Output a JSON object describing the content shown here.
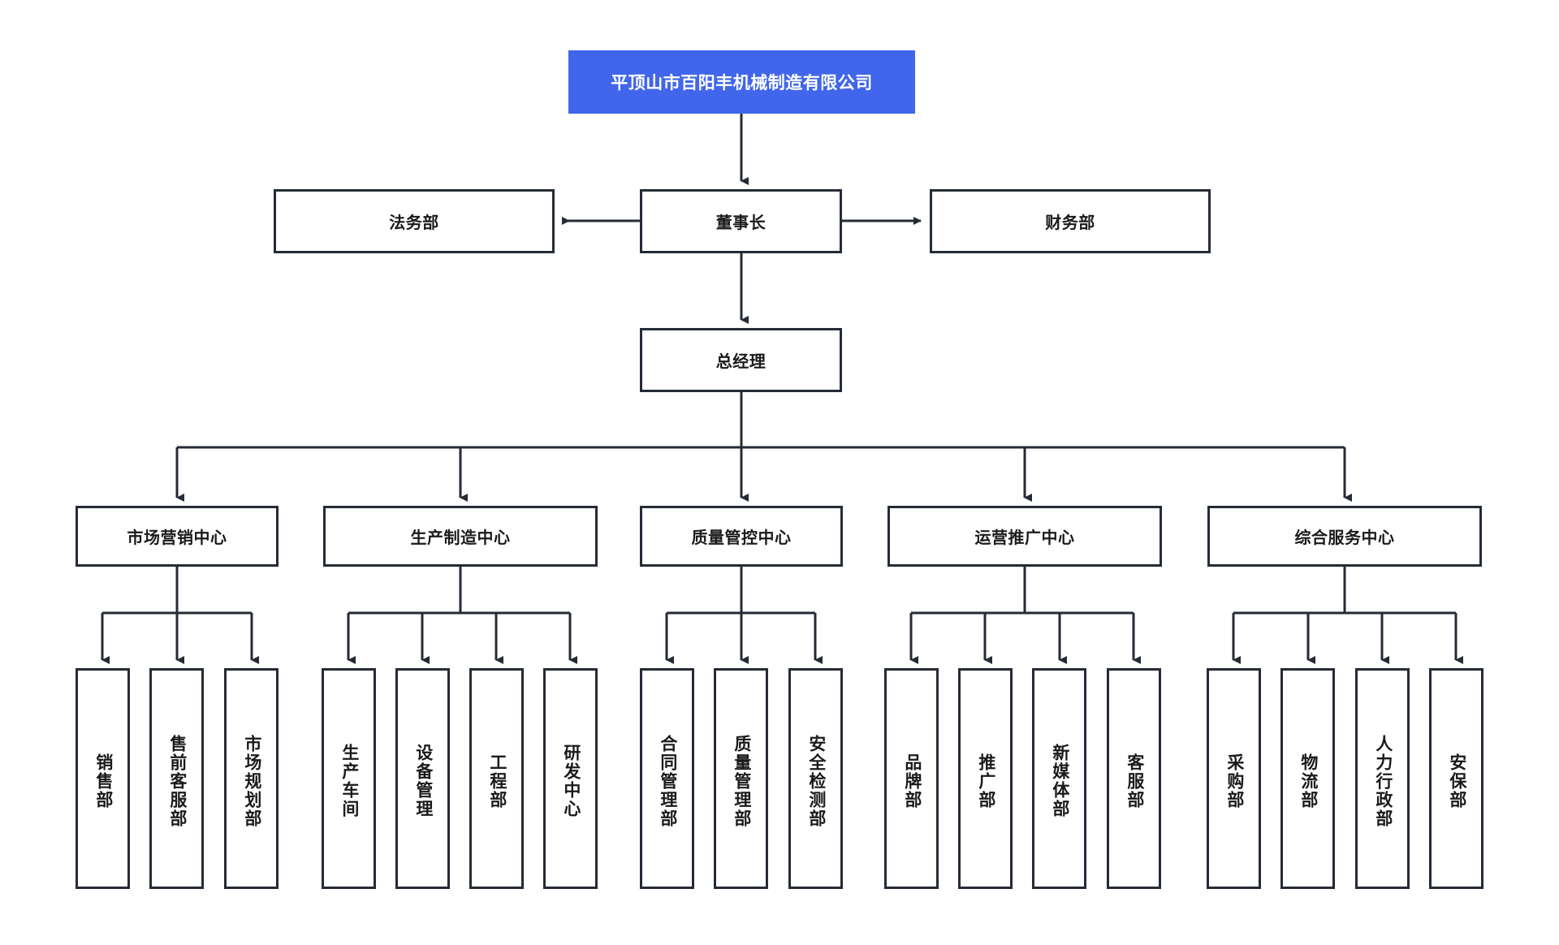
{
  "diagram": {
    "type": "organizational-chart",
    "title": "平顶山市百阳丰机械制造有限公司",
    "colors": {
      "root_fill": "#4166eb",
      "root_text": "#ffffff",
      "node_border": "#252b36",
      "node_fill": "#ffffff",
      "node_text": "#1a1a1a",
      "connector": "#252b36",
      "background": "#ffffff"
    }
  },
  "nodes": {
    "root": {
      "label": "平顶山市百阳丰机械制造有限公司"
    },
    "chairman": {
      "label": "董事长"
    },
    "legal": {
      "label": "法务部"
    },
    "finance": {
      "label": "财务部"
    },
    "general_manager": {
      "label": "总经理"
    }
  },
  "centers": [
    {
      "label": "市场营销中心",
      "departments": [
        {
          "label": "销售部"
        },
        {
          "label": "售前客服部"
        },
        {
          "label": "市场规划部"
        }
      ]
    },
    {
      "label": "生产制造中心",
      "departments": [
        {
          "label": "生产车间"
        },
        {
          "label": "设备管理"
        },
        {
          "label": "工程部"
        },
        {
          "label": "研发中心"
        }
      ]
    },
    {
      "label": "质量管控中心",
      "departments": [
        {
          "label": "合同管理部"
        },
        {
          "label": "质量管理部"
        },
        {
          "label": "安全检测部"
        }
      ]
    },
    {
      "label": "运营推广中心",
      "departments": [
        {
          "label": "品牌部"
        },
        {
          "label": "推广部"
        },
        {
          "label": "新媒体部"
        },
        {
          "label": "客服部"
        }
      ]
    },
    {
      "label": "综合服务中心",
      "departments": [
        {
          "label": "采购部"
        },
        {
          "label": "物流部"
        },
        {
          "label": "人力行政部"
        },
        {
          "label": "安保部"
        }
      ]
    }
  ]
}
